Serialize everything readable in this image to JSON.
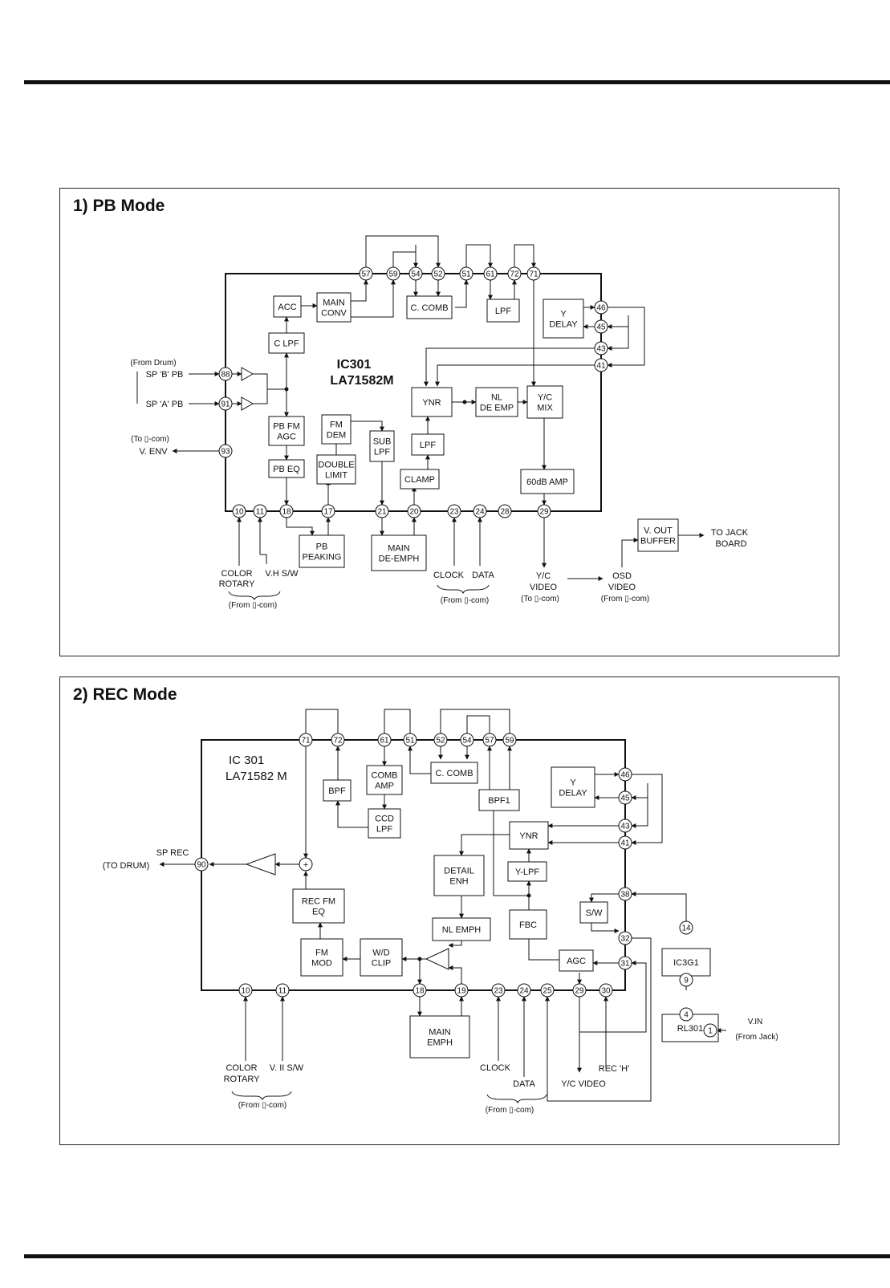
{
  "pb": {
    "title": "1) PB Mode",
    "ic_name": "IC301",
    "ic_part": "LA71582M",
    "top_pins": [
      "57",
      "59",
      "54",
      "52",
      "51",
      "61",
      "72",
      "71"
    ],
    "right_pins": [
      "46",
      "45",
      "43",
      "41"
    ],
    "left_pins": [
      "88",
      "91",
      "93"
    ],
    "bottom_pins": [
      "10",
      "11",
      "18",
      "17",
      "21",
      "20",
      "23",
      "24",
      "28",
      "29"
    ],
    "blocks": {
      "acc": "ACC",
      "main_conv": [
        "MAIN",
        "CONV"
      ],
      "c_comb": "C. COMB",
      "lpf_top": "LPF",
      "y_delay": [
        "Y",
        "DELAY"
      ],
      "c_lpf": "C LPF",
      "ynr": "YNR",
      "nl_de_emp": [
        "NL",
        "DE EMP"
      ],
      "yc_mix": [
        "Y/C",
        "MIX"
      ],
      "pb_fm_agc": [
        "PB FM",
        "AGC"
      ],
      "fm_dem": [
        "FM",
        "DEM"
      ],
      "sub_lpf": [
        "SUB",
        "LPF"
      ],
      "lpf_mid": "LPF",
      "pb_eq": "PB EQ",
      "double_limit": [
        "DOUBLE",
        "LIMIT"
      ],
      "clamp": "CLAMP",
      "amp_60db": "60dB AMP",
      "pb_peaking": [
        "PB",
        "PEAKING"
      ],
      "main_de_emph": [
        "MAIN",
        "DE-EMPH"
      ],
      "v_out_buffer": [
        "V. OUT",
        "BUFFER"
      ]
    },
    "labels": {
      "from_drum": "(From Drum)",
      "sp_b_pb": "SP 'B' PB",
      "sp_a_pb": "SP 'A' PB",
      "to_com": "(To ▯-com)",
      "v_env": "V. ENV",
      "color_rotary": [
        "COLOR",
        "ROTARY"
      ],
      "vh_sw": "V.H S/W",
      "from_com_left": "(From ▯-com)",
      "clock": "CLOCK",
      "data": "DATA",
      "from_com_mid": "(From ▯-com)",
      "yc_video": [
        "Y/C",
        "VIDEO",
        "(To ▯-com)"
      ],
      "osd_video": [
        "OSD",
        "VIDEO",
        "(From ▯-com)"
      ],
      "to_jack_board": [
        "TO JACK",
        "BOARD"
      ]
    }
  },
  "rec": {
    "title": "2) REC Mode",
    "ic_name": "IC 301",
    "ic_part": "LA71582 M",
    "top_pins": [
      "71",
      "72",
      "61",
      "51",
      "52",
      "54",
      "57",
      "59"
    ],
    "right_pins": [
      "46",
      "45",
      "43",
      "41",
      "38",
      "32",
      "31"
    ],
    "left_pins": [
      "90"
    ],
    "bottom_pins": [
      "10",
      "11",
      "18",
      "19",
      "23",
      "24",
      "25",
      "29",
      "30"
    ],
    "ext_pins": [
      "14",
      "9",
      "4",
      "1"
    ],
    "blocks": {
      "bpf": "BPF",
      "comb_amp": [
        "COMB",
        "AMP"
      ],
      "c_comb": "C. COMB",
      "bpf1": "BPF1",
      "y_delay": [
        "Y",
        "DELAY"
      ],
      "ccd_lpf": [
        "CCD",
        "LPF"
      ],
      "ynr": "YNR",
      "detail_enh": [
        "DETAIL",
        "ENH"
      ],
      "y_lpf": "Y-LPF",
      "rec_fm_eq": [
        "REC FM",
        "EQ"
      ],
      "nl_emph": "NL EMPH",
      "fbc": "FBC",
      "sw": "S/W",
      "agc": "AGC",
      "fm_mod": [
        "FM",
        "MOD"
      ],
      "wd_clip": [
        "W/D",
        "CLIP"
      ],
      "main_emph": [
        "MAIN",
        "EMPH"
      ],
      "ic3g1": "IC3G1",
      "rl301": "RL301",
      "plus": "+"
    },
    "labels": {
      "sp_rec": "SP REC",
      "to_drum": "(TO DRUM)",
      "color_rotary": [
        "COLOR",
        "ROTARY"
      ],
      "vii_sw": "V. II S/W",
      "from_com_left": "(From ▯-com)",
      "clock": "CLOCK",
      "data": "DATA",
      "from_com_mid": "(From ▯-com)",
      "yc_video": "Y/C VIDEO",
      "rec_h": "REC 'H'",
      "v_in": "V.IN",
      "from_jack": "(From Jack)"
    }
  }
}
